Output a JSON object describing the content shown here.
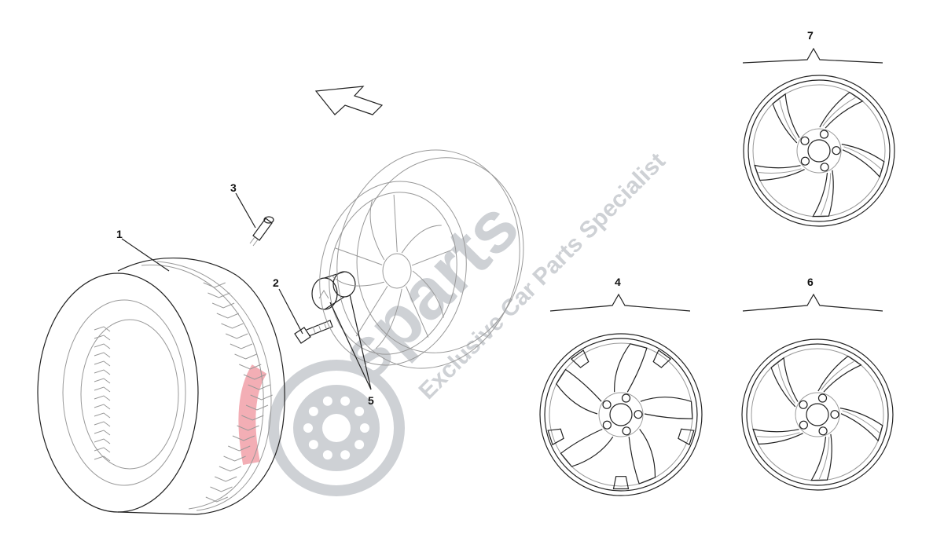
{
  "diagram": {
    "callouts": [
      {
        "id": "1",
        "label": "1"
      },
      {
        "id": "2",
        "label": "2"
      },
      {
        "id": "3",
        "label": "3"
      },
      {
        "id": "4",
        "label": "4"
      },
      {
        "id": "5",
        "label": "5"
      },
      {
        "id": "6",
        "label": "6"
      },
      {
        "id": "7",
        "label": "7"
      }
    ],
    "direction_arrow_icon": "arrow-up-left-icon"
  },
  "watermark": {
    "brand": "sparts",
    "tagline": "Exclusive Car Parts Specialist"
  },
  "colors": {
    "line": "#222222",
    "faint": "#999999",
    "watermark": "#c9ccd1",
    "watermark_accent": "#f2a5ad"
  }
}
